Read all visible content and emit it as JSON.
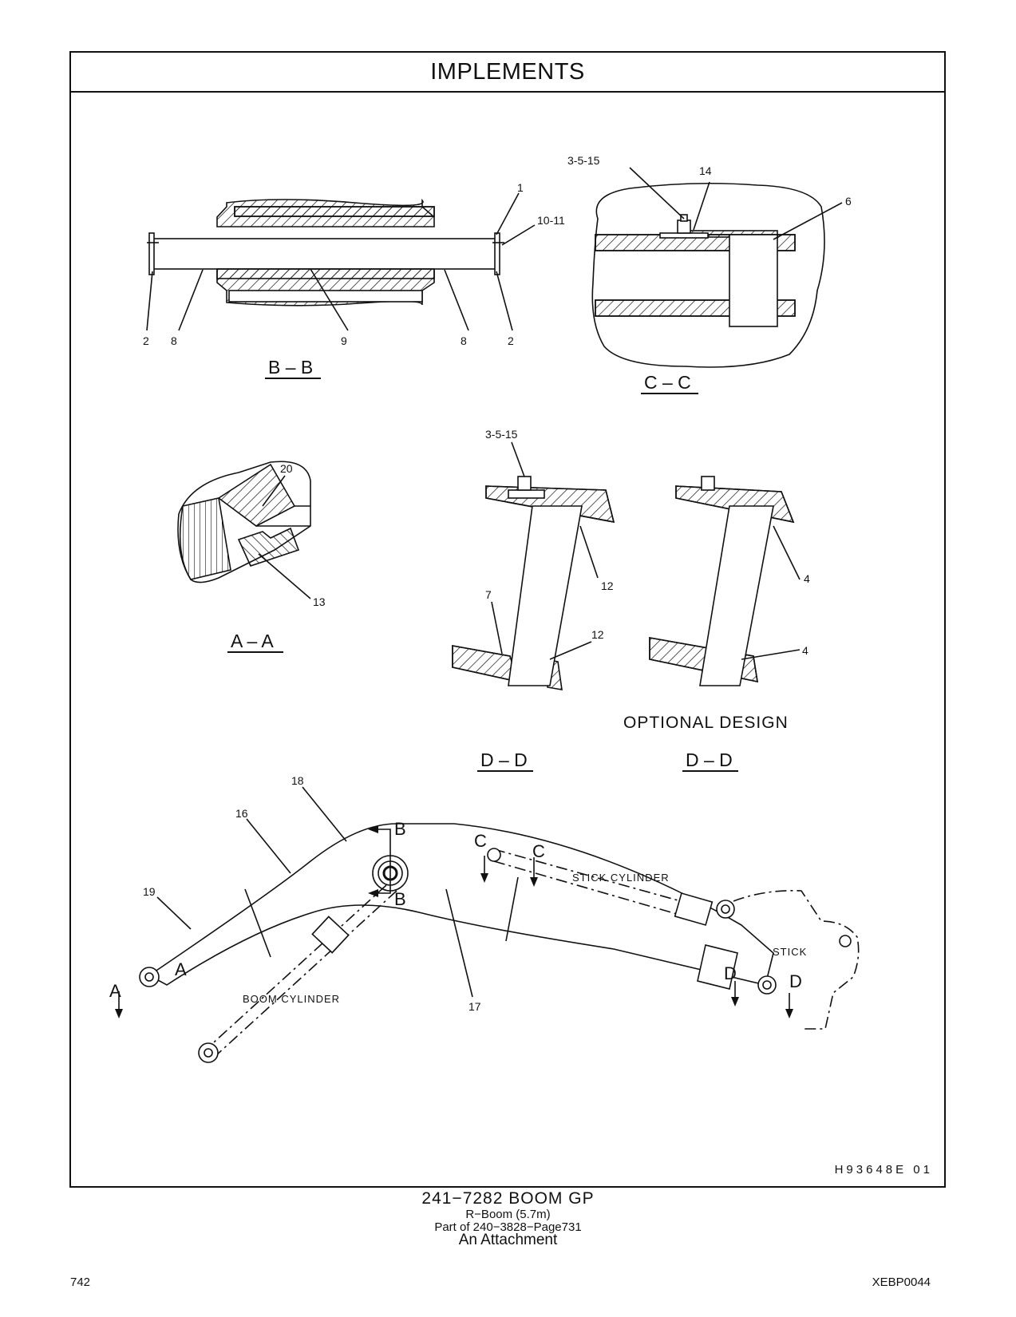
{
  "header": {
    "title": "IMPLEMENTS"
  },
  "sections": {
    "bb": "B – B",
    "cc": "C – C",
    "aa": "A – A",
    "dd1": "D – D",
    "dd2": "D – D",
    "optional": "OPTIONAL  DESIGN"
  },
  "callouts": {
    "bb": [
      "1",
      "10-11",
      "2",
      "8",
      "9",
      "8",
      "2"
    ],
    "cc": [
      "3-5-15",
      "14",
      "6"
    ],
    "aa": [
      "20",
      "13"
    ],
    "dd1": [
      "3-5-15",
      "12",
      "7",
      "12"
    ],
    "dd2": [
      "4",
      "4"
    ],
    "main": [
      "18",
      "16",
      "19",
      "17"
    ]
  },
  "boom_labels": {
    "stick_cylinder": "STICK  CYLINDER",
    "boom_cylinder": "BOOM  CYLINDER",
    "stick": "STICK",
    "section_letters": [
      "A",
      "A",
      "B",
      "B",
      "C",
      "C",
      "D",
      "D"
    ]
  },
  "drawing_code": "H93648E   01",
  "caption": {
    "part": "241−7282  BOOM  GP",
    "desc": "R−Boom (5.7m)",
    "part_of": "Part of 240−3828−Page731",
    "attachment": "An Attachment"
  },
  "footer": {
    "page": "742",
    "doc": "XEBP0044"
  }
}
